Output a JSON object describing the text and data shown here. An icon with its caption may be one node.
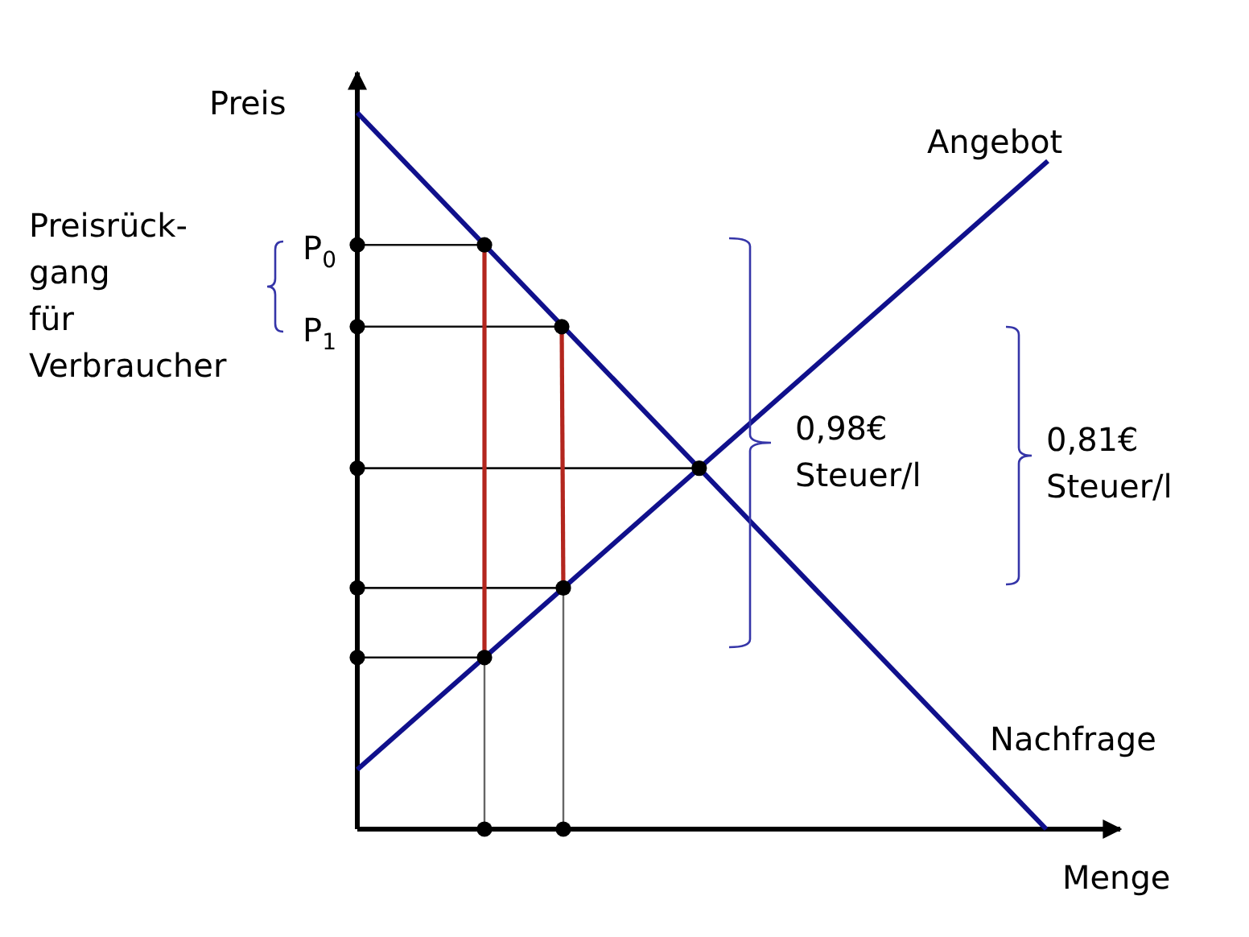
{
  "diagram": {
    "labels": [
      "Preis",
      "Angebot",
      "Preisrück-gang für Verbraucher",
      "P$_{0}$",
      "P$_{1}$",
      "0,98€ Steuer/l",
      "0,81€ Steuer/l",
      "Nachfrage",
      "Menge"
    ]
  }
}
